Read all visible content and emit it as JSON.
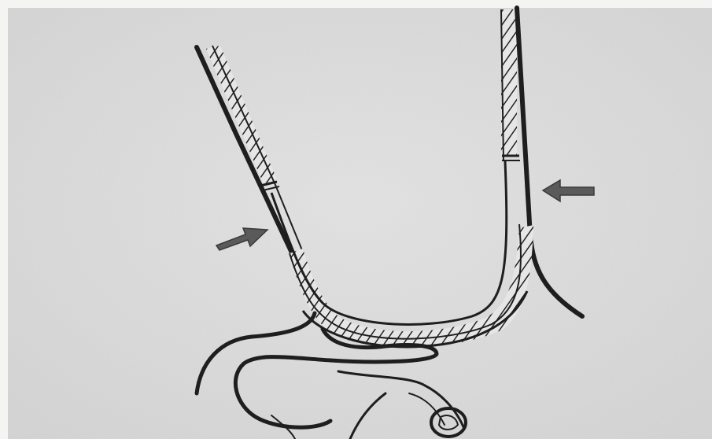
{
  "figure": {
    "paper_color": "#d9d9d9",
    "border_color": "#f4f4f2",
    "ink_color": "#1e1e1e",
    "arrow_color": "#5a5a5a",
    "elements": [
      "left-wall",
      "right-wall",
      "left-arrow",
      "right-arrow",
      "base-hatched-layer",
      "lower-loop-structure"
    ]
  }
}
